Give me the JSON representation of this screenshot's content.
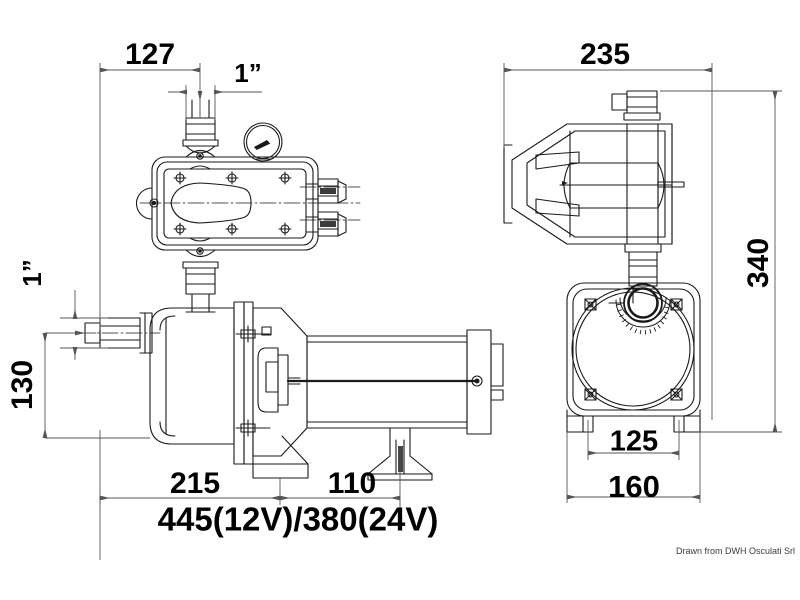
{
  "drawing": {
    "title": "Self-priming pump assembly with pressure switch box",
    "background_color": "#ffffff",
    "line_color": "#1a1a1a",
    "dim_line_color": "#555555",
    "credit": "Drawn from DWH Osculati Srl"
  },
  "views": {
    "side": {
      "name": "side-elevation-view",
      "label": ""
    },
    "front": {
      "name": "front-elevation-view",
      "label": ""
    }
  },
  "dimensions": {
    "side_view": [
      {
        "id": "d-127",
        "value": "127",
        "orientation": "horizontal",
        "position": "top-left"
      },
      {
        "id": "d-1in-top",
        "value": "1”",
        "orientation": "horizontal",
        "position": "top-outlet"
      },
      {
        "id": "d-1in-left",
        "value": "1”",
        "orientation": "vertical",
        "position": "left-inlet"
      },
      {
        "id": "d-130",
        "value": "130",
        "orientation": "vertical",
        "position": "left"
      },
      {
        "id": "d-215",
        "value": "215",
        "orientation": "horizontal",
        "position": "bottom"
      },
      {
        "id": "d-110",
        "value": "110",
        "orientation": "horizontal",
        "position": "bottom"
      },
      {
        "id": "d-total",
        "value": "445(12V)/380(24V)",
        "orientation": "horizontal",
        "position": "bottom-overall"
      }
    ],
    "front_view": [
      {
        "id": "d-235",
        "value": "235",
        "orientation": "horizontal",
        "position": "top"
      },
      {
        "id": "d-340",
        "value": "340",
        "orientation": "vertical",
        "position": "right"
      },
      {
        "id": "d-125",
        "value": "125",
        "orientation": "horizontal",
        "position": "bottom-inner"
      },
      {
        "id": "d-160",
        "value": "160",
        "orientation": "horizontal",
        "position": "bottom-overall"
      }
    ]
  },
  "chart_data": {
    "type": "table",
    "title": "Pump dimensional drawing (mm / inches)",
    "categories": [
      "127",
      "1”",
      "1”",
      "130",
      "215",
      "110",
      "445(12V)/380(24V)",
      "235",
      "340",
      "125",
      "160"
    ],
    "values": [
      127,
      1,
      1,
      130,
      215,
      110,
      445,
      235,
      340,
      125,
      160
    ],
    "xlabel": "",
    "ylabel": ""
  }
}
